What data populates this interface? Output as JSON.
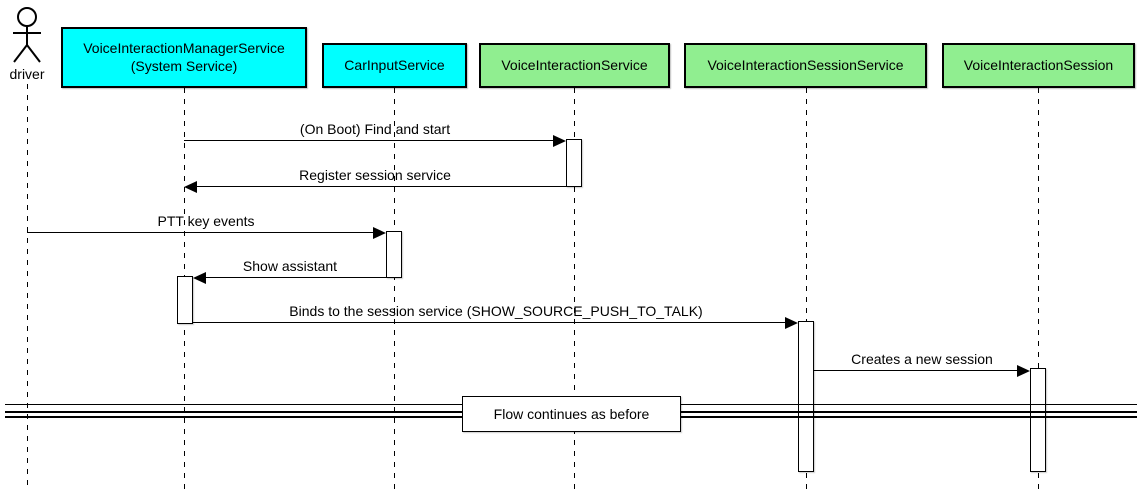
{
  "colors": {
    "participant_cyan": "#00FFFF",
    "participant_green": "#90EE90",
    "line": "#000000",
    "background": "#FFFFFF"
  },
  "actor": {
    "label": "driver"
  },
  "participants": [
    {
      "label": "VoiceInteractionManagerService",
      "sublabel": "(System Service)",
      "fill": "cyan"
    },
    {
      "label": "CarInputService",
      "fill": "cyan"
    },
    {
      "label": "VoiceInteractionService",
      "fill": "green"
    },
    {
      "label": "VoiceInteractionSessionService",
      "fill": "green"
    },
    {
      "label": "VoiceInteractionSession",
      "fill": "green"
    }
  ],
  "messages": [
    {
      "label": "(On Boot) Find and start",
      "from": "VoiceInteractionManagerService",
      "to": "VoiceInteractionService",
      "direction": "right"
    },
    {
      "label": "Register session service",
      "from": "VoiceInteractionService",
      "to": "VoiceInteractionManagerService",
      "direction": "left"
    },
    {
      "label": "PTT key events",
      "from": "driver",
      "to": "CarInputService",
      "direction": "right"
    },
    {
      "label": "Show assistant",
      "from": "CarInputService",
      "to": "VoiceInteractionManagerService",
      "direction": "left"
    },
    {
      "label": "Binds to the session service (SHOW_SOURCE_PUSH_TO_TALK)",
      "from": "VoiceInteractionManagerService",
      "to": "VoiceInteractionSessionService",
      "direction": "right"
    },
    {
      "label": "Creates a new session",
      "from": "VoiceInteractionSessionService",
      "to": "VoiceInteractionSession",
      "direction": "right"
    }
  ],
  "divider": {
    "label": "Flow continues as before"
  }
}
